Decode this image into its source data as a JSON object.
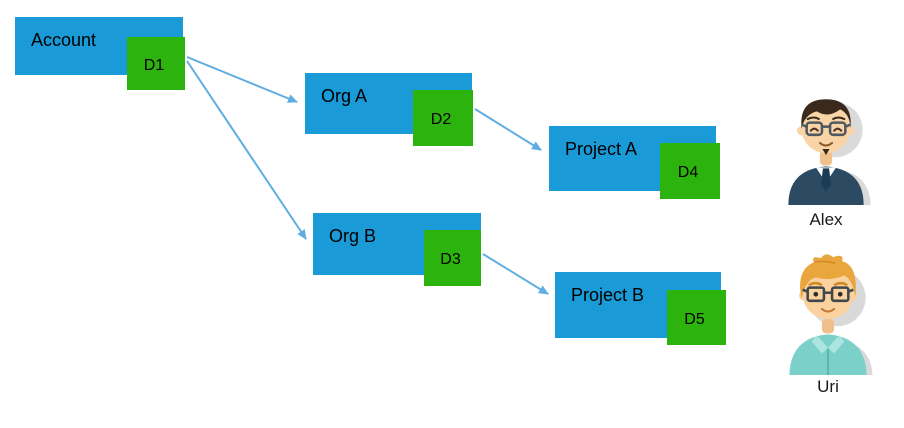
{
  "diagram": {
    "nodes": [
      {
        "id": "account",
        "label": "Account",
        "badge": "D1"
      },
      {
        "id": "org-a",
        "label": "Org A",
        "badge": "D2"
      },
      {
        "id": "org-b",
        "label": "Org B",
        "badge": "D3"
      },
      {
        "id": "project-a",
        "label": "Project A",
        "badge": "D4"
      },
      {
        "id": "project-b",
        "label": "Project B",
        "badge": "D5"
      }
    ],
    "edges": [
      {
        "from": "D1",
        "to": "Org A"
      },
      {
        "from": "D1",
        "to": "Org B"
      },
      {
        "from": "D2",
        "to": "Project A"
      },
      {
        "from": "D3",
        "to": "Project B"
      }
    ],
    "users": [
      {
        "name": "Alex"
      },
      {
        "name": "Uri"
      }
    ],
    "colors": {
      "node_fill": "#1a9ad7",
      "badge_fill": "#2db30d",
      "arrow": "#5fade1",
      "text": "#000000"
    }
  }
}
